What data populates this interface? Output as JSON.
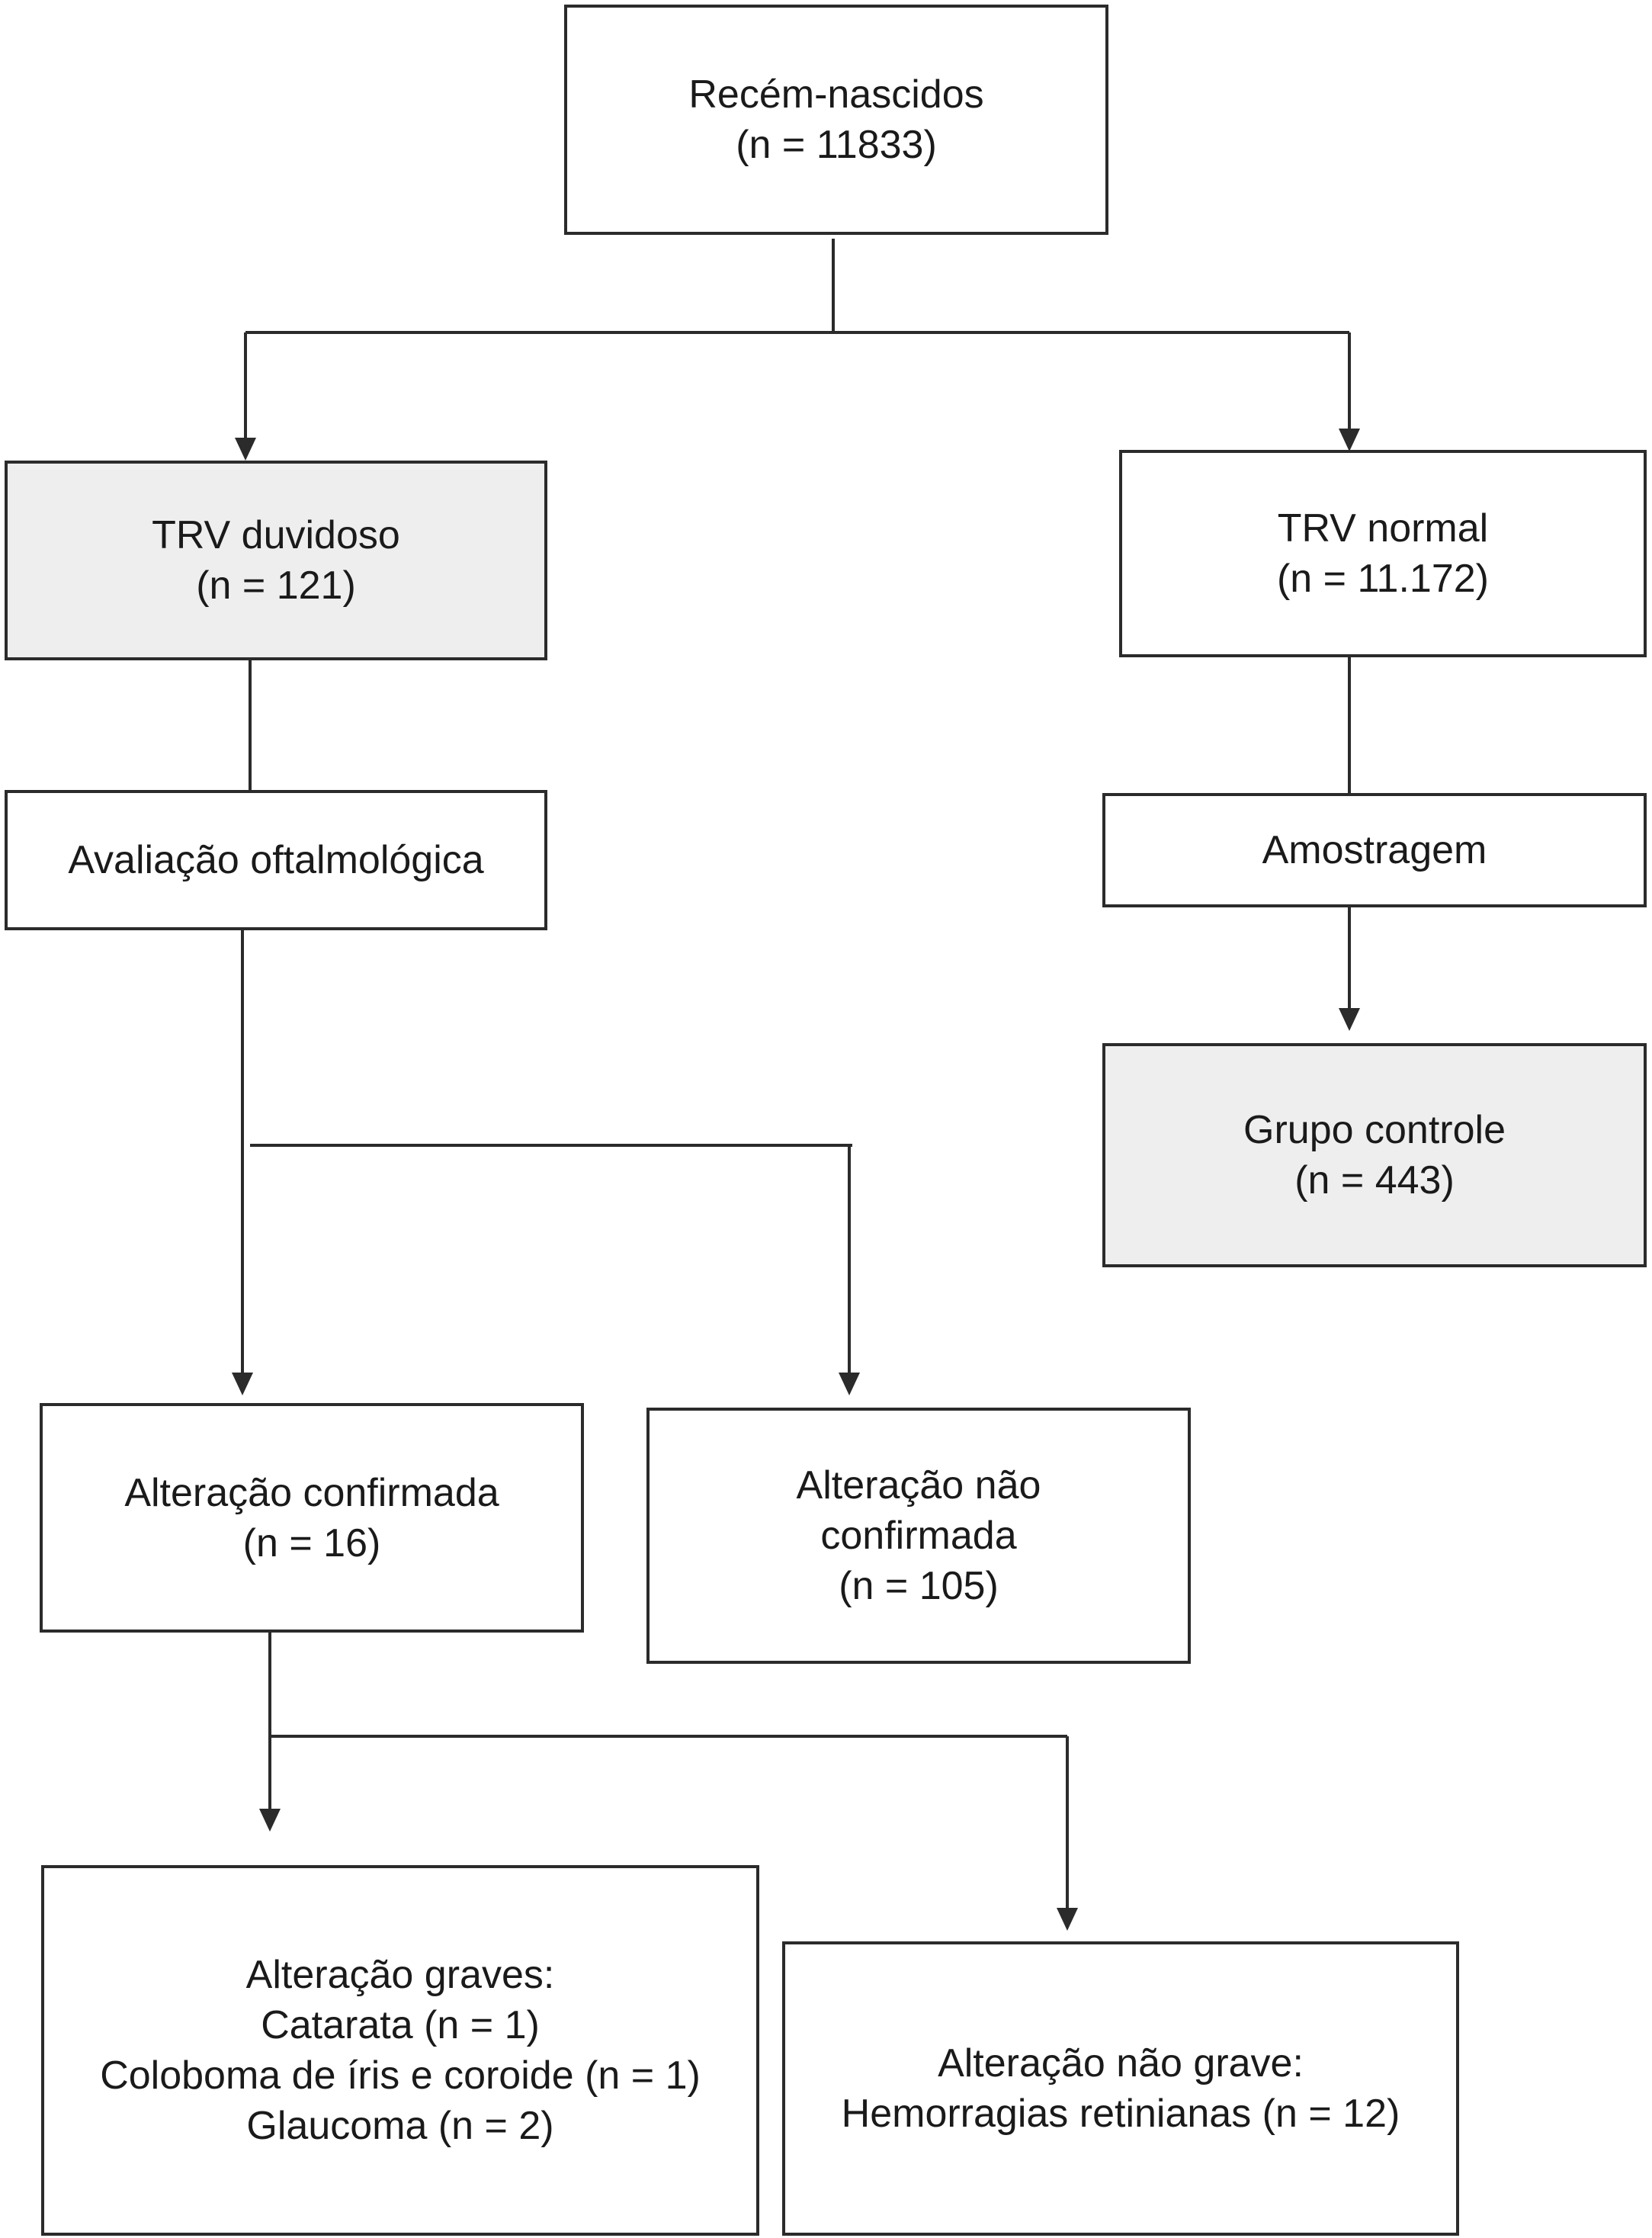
{
  "colors": {
    "shaded_fill": "#eeeeee",
    "line": "#2b2b2b"
  },
  "nodes": {
    "recem_nascidos": {
      "lines": [
        "Recém-nascidos",
        "(n = 11833)"
      ]
    },
    "trv_duvidoso": {
      "lines": [
        "TRV duvidoso",
        "(n = 121)"
      ]
    },
    "trv_normal": {
      "lines": [
        "TRV normal",
        "(n = 11.172)"
      ]
    },
    "avaliacao": {
      "lines": [
        "Avaliação oftalmológica"
      ]
    },
    "amostragem": {
      "lines": [
        "Amostragem"
      ]
    },
    "grupo_controle": {
      "lines": [
        "Grupo controle",
        "(n = 443)"
      ]
    },
    "alteracao_confirmada": {
      "lines": [
        "Alteração confirmada",
        "(n = 16)"
      ]
    },
    "alteracao_nao_confirmada": {
      "lines": [
        "Alteração não",
        "confirmada",
        "(n = 105)"
      ]
    },
    "alteracao_graves": {
      "lines": [
        "Alteração graves:",
        "Catarata (n = 1)",
        "Coloboma de íris e coroide (n = 1)",
        "Glaucoma (n = 2)"
      ]
    },
    "alteracao_nao_grave": {
      "lines": [
        "Alteração não grave:",
        "Hemorragias retinianas (n = 12)"
      ]
    }
  }
}
